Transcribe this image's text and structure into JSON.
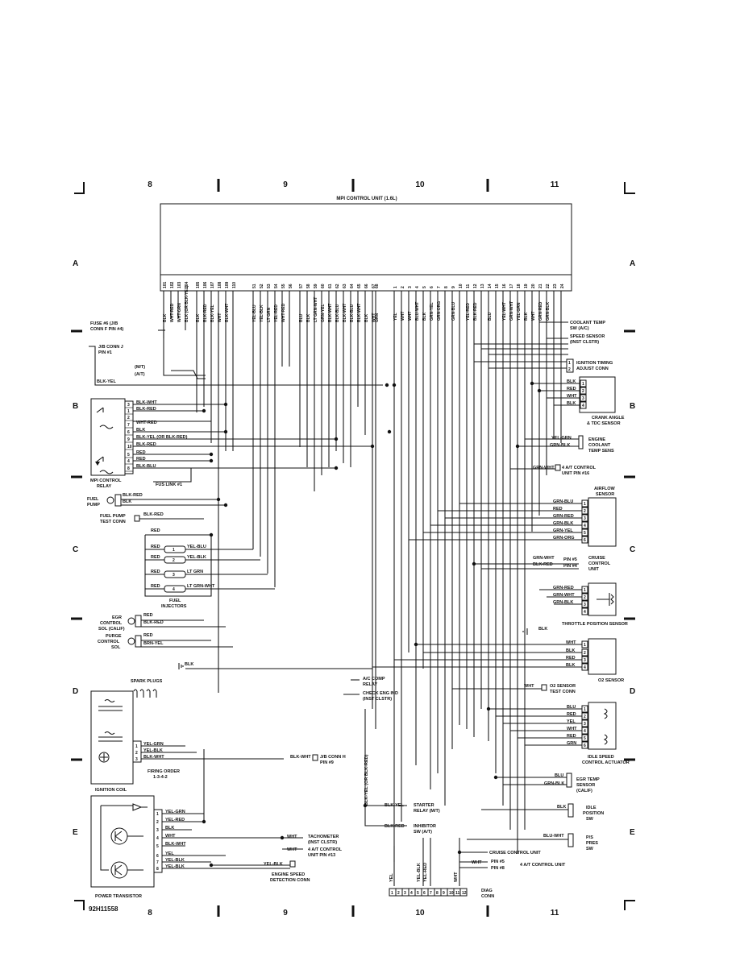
{
  "figure_id": "92H11558",
  "grid": {
    "columns": [
      "8",
      "9",
      "10",
      "11"
    ],
    "rows": [
      "A",
      "B",
      "C",
      "D",
      "E"
    ]
  },
  "ecu": {
    "title": "MPI CONTROL UNIT (1.6L)",
    "pins_left": [
      "101",
      "102",
      "103",
      "104",
      "105",
      "106",
      "107",
      "108",
      "109",
      "110",
      "51",
      "52",
      "53",
      "54",
      "55",
      "56",
      "57",
      "58",
      "59",
      "60",
      "61",
      "62",
      "63",
      "64",
      "65",
      "66",
      "67",
      "68"
    ],
    "wires_left": [
      "BLK",
      "WHT-RED",
      "WHT-GRN",
      "BLK (OR BLK-YEL)",
      "BLK",
      "BLK-RED",
      "BLK-YEL",
      "WHT",
      "BLK-WHT",
      "",
      "YEL-BLU",
      "YEL-BLK",
      "LT GRN",
      "YEL-RED",
      "WHT-RED",
      "",
      "BLU",
      "BLK",
      "LT GRN-WHT",
      "GRN-YEL",
      "BLK-WHT",
      "BLK-BLU",
      "BLK-WHT",
      "BLK-BLU",
      "BLK-WHT",
      "BLK",
      "WHT",
      "GRN"
    ],
    "pins_right": [
      "1",
      "2",
      "3",
      "4",
      "5",
      "6",
      "7",
      "8",
      "9",
      "10",
      "11",
      "12",
      "13",
      "14",
      "15",
      "16",
      "17",
      "18",
      "19",
      "20",
      "21",
      "22",
      "23",
      "24"
    ],
    "wires_right": [
      "YEL",
      "WHT",
      "WHT",
      "BLU-WHT",
      "BLK",
      "GRN-YEL",
      "GRN-ORG",
      "",
      "GRN-BLU",
      "",
      "YEL-RED",
      "BLK-RED",
      "",
      "BLU",
      "",
      "YEL-WHT",
      "GRN-WHT",
      "YEL-GRN",
      "BLK",
      "WHT",
      "GRN-RED",
      "GRN-BLK",
      "",
      ""
    ]
  },
  "left_components": {
    "fuse6": [
      "FUSE #6 (J/B",
      "CONN F PIN #4)"
    ],
    "jb_conn_j": [
      "J/B CONN J",
      "PIN #1"
    ],
    "mt": "(M/T)",
    "at": "(A/T)",
    "blk_yel": "BLK-YEL",
    "relay_title": [
      "MPI CONTROL",
      "RELAY"
    ],
    "relay_pins": [
      "3",
      "1",
      "2",
      "7",
      "6",
      "9",
      "10",
      "5",
      "4",
      "8"
    ],
    "relay_wires": [
      "BLK-WHT",
      "BLK-RED",
      "",
      "WHT-RED",
      "BLK",
      "BLK-YEL (OR BLK-RED)",
      "BLK-RED",
      "RED",
      "RED",
      "BLK-BLU"
    ],
    "fus_link": "FUS LINK #1",
    "fuel_pump": [
      "FUEL",
      "PUMP"
    ],
    "fuel_pump_wires": [
      "BLK-RED",
      "BLK"
    ],
    "fuel_pump_test": [
      "FUEL PUMP",
      "TEST CONN"
    ],
    "fuel_pump_test_wire": "BLK-RED",
    "injector_feed": "RED",
    "injectors": [
      {
        "num": "1",
        "feed": "RED",
        "sig": "YEL-BLU"
      },
      {
        "num": "2",
        "feed": "RED",
        "sig": "YEL-BLK"
      },
      {
        "num": "3",
        "feed": "RED",
        "sig": "LT GRN"
      },
      {
        "num": "4",
        "feed": "RED",
        "sig": "LT GRN-WHT"
      }
    ],
    "injectors_title": [
      "FUEL",
      "INJECTORS"
    ],
    "egr_sol": [
      "EGR",
      "CONTROL",
      "SOL (CALIF)"
    ],
    "egr_wires": [
      "RED",
      "BLK-RED"
    ],
    "purge_sol": [
      "PURGE",
      "CONTROL",
      "SOL"
    ],
    "purge_wires": [
      "RED",
      "BRN-YEL"
    ],
    "ground_blk": "BLK",
    "spark_plugs": "SPARK PLUGS",
    "coil_wires": [
      "YEL-GRN",
      "YEL-BLK",
      "BLK-WHT"
    ],
    "coil_pins": [
      "1",
      "2",
      "3"
    ],
    "firing_order": [
      "FIRING ORDER",
      "1-3-4-2"
    ],
    "ignition_coil": "IGNITION COIL",
    "jb_conn_h_wire": "BLK-WHT",
    "jb_conn_h": [
      "J/B CONN H",
      "PIN #9"
    ],
    "pt_pins": [
      "1",
      "2",
      "3",
      "4",
      "5",
      "6",
      "7",
      "8"
    ],
    "pt_wires": [
      "YEL-GRN",
      "YEL-RED",
      "BLK",
      "WHT",
      "BLK-WHT",
      "YEL",
      "YEL-BLK",
      "YEL-BLK"
    ],
    "power_transistor": "POWER TRANSISTOR",
    "tacho_wire": "WHT",
    "tacho": [
      "TACHOMETER",
      "(INST CLSTR)"
    ],
    "at_ctrl_wire": "WHT",
    "at_ctrl": [
      "4 A/T CONTROL",
      "UNIT PIN #13"
    ],
    "esd_wire": "YEL-BLK",
    "esd": [
      "ENGINE SPEED",
      "DETECTION CONN"
    ]
  },
  "center": {
    "ac_comp": [
      "A/C COMP",
      "RELAY"
    ],
    "check_eng": [
      "CHECK ENG IND",
      "(INST CLSTR)"
    ],
    "vertical_wire": "BLK-YEL (OR BLK-RED)",
    "starter_wire": "BLK-YEL",
    "starter": [
      "STARTER",
      "RELAY (M/T)"
    ],
    "inhibitor_wire": "BLK-RED",
    "inhibitor": [
      "INHIBITOR",
      "SW (A/T)"
    ],
    "diag_wires": [
      "YEL",
      "YEL-BLK",
      "YEL-RED",
      "WHT"
    ],
    "diag_pins": [
      "1",
      "2",
      "3",
      "4",
      "5",
      "6",
      "7",
      "8",
      "9",
      "10",
      "11",
      "12"
    ],
    "diag_conn": [
      "DIAG",
      "CONN"
    ]
  },
  "right_components": {
    "coolant_temp": [
      "COOLANT TEMP",
      "SW (A/C)"
    ],
    "speed_sensor": [
      "SPEED SENSOR",
      "(INST CLSTR)"
    ],
    "ignition_timing": [
      "IGNITION TIMING",
      "ADJUST CONN"
    ],
    "ignition_timing_pins": [
      "1",
      "2"
    ],
    "crank_wires": [
      "BLK",
      "RED",
      "WHT",
      "BLK"
    ],
    "crank_pins": [
      "1",
      "2",
      "3",
      "4"
    ],
    "crank": [
      "CRANK ANGLE",
      "& TDC SENSOR"
    ],
    "coolant_wires": [
      "YEL-GRN",
      "GRN-BLK"
    ],
    "coolant_sens": [
      "ENGINE",
      "COOLANT",
      "TEMP SENS"
    ],
    "at_pin16_wire": "GRN-WHT",
    "at_pin16": [
      "4 A/T CONTROL",
      "UNIT PIN #16"
    ],
    "airflow_title": [
      "AIRFLOW",
      "SENSOR"
    ],
    "airflow_wires": [
      "GRN-BLU",
      "RED",
      "GRN-RED",
      "GRN-BLK",
      "GRN-YEL",
      "GRN-ORG"
    ],
    "airflow_pins": [
      "1",
      "2",
      "3",
      "4",
      "5",
      "6"
    ],
    "cruise_wires": [
      "GRN-WHT",
      "BLK-RED"
    ],
    "cruise_pins": [
      "PIN #5",
      "PIN #4"
    ],
    "cruise": [
      "CRUISE",
      "CONTROL",
      "UNIT"
    ],
    "tps_wires": [
      "GRN-RED",
      "GRN-WHT",
      "GRN-BLK"
    ],
    "tps_pins": [
      "1",
      "2",
      "3",
      "4"
    ],
    "tps": "THROTTLE POSITION SENSOR",
    "o2_blk": "BLK",
    "o2_wires": [
      "WHT",
      "BLK",
      "RED",
      "BLK"
    ],
    "o2_pins": [
      "1",
      "2",
      "3",
      "4"
    ],
    "o2": "O2 SENSOR",
    "o2_test_wire": "WHT",
    "o2_test": [
      "O2 SENSOR",
      "TEST CONN"
    ],
    "isc_wires": [
      "BLU",
      "RED",
      "YEL",
      "WHT",
      "RED",
      "GRN"
    ],
    "isc_pins": [
      "1",
      "2",
      "3",
      "4",
      "5",
      "6"
    ],
    "isc": [
      "IDLE SPEED",
      "CONTROL ACTUATOR"
    ],
    "egr_temp_wires": [
      "BLU",
      "GRN-BLK"
    ],
    "egr_temp": [
      "EGR TEMP",
      "SENSOR",
      "(CALIF)"
    ],
    "idle_pos_wire": "BLK",
    "idle_pos": [
      "IDLE",
      "POSITION",
      "SW"
    ],
    "ps_wire": "BLU-WHT",
    "ps": [
      "P/S",
      "PRES",
      "SW"
    ],
    "cruise_unit": "CRUISE CONTROL UNIT",
    "wht_label": "WHT",
    "pin5": "PIN #5",
    "pin8": "PIN #8",
    "at_ctrl_unit": "4 A/T CONTROL UNIT"
  },
  "icons": [
    "relay-icon",
    "motor-icon",
    "solenoid-icon",
    "diode-icon",
    "ground-icon",
    "coil-icon",
    "transistor-icon",
    "spark-plug-icon",
    "sensor-icon"
  ]
}
